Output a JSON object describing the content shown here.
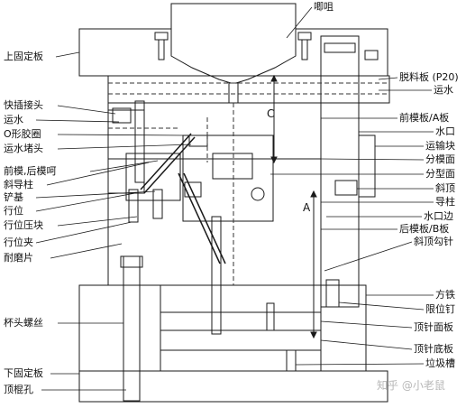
{
  "labels": {
    "nozzle": "唧咀",
    "top_clamp_plate": "上固定板",
    "stripper_plate": "脱料板 (P20)",
    "coolant_top": "运水",
    "quick_coupling": "快插接头",
    "coolant_left": "运水",
    "oring": "O形胶圈",
    "coolant_plug": "运水堵头",
    "cavity_plate": "前模板/A板",
    "gate": "水口",
    "transport_block": "运输块",
    "parting_face_sub": "分模面",
    "parting_face": "分型面",
    "core_cavity": "前模,后模呵",
    "angle_pin": "斜导柱",
    "lock_block": "铲基",
    "slide": "行位",
    "slide_retainer": "行位压块",
    "slide_clip": "行位夹",
    "wear_plate": "耐磨片",
    "lifter": "斜顶",
    "guide_pin": "导柱",
    "gate_edge": "水口边",
    "core_plate": "后模板/B板",
    "lifter_hook": "斜顶勾针",
    "spacer": "方铁",
    "stop_pin": "限位钉",
    "socket_screw": "杯头螺丝",
    "ejector_retainer": "顶针面板",
    "ejector_plate": "顶针底板",
    "bottom_clamp_plate": "下固定板",
    "trash_slot": "垃圾槽",
    "ko_hole": "顶棍孔",
    "dim_a": "A",
    "dim_c": "C"
  },
  "watermark": "知乎 @小老鼠",
  "colors": {
    "line": "#1a1a1a",
    "dash": "#333333",
    "bg": "#ffffff"
  }
}
